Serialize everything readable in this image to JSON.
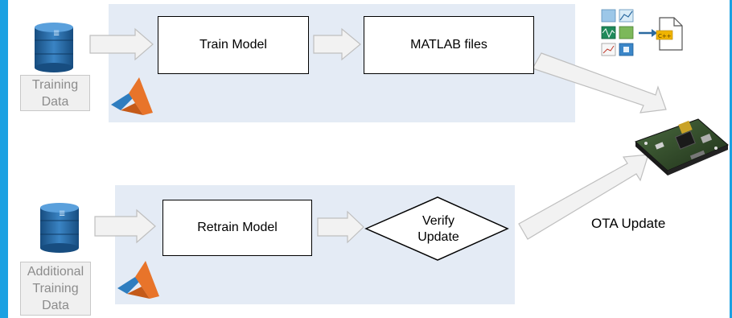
{
  "nodes": {
    "train_model": "Train Model",
    "matlab_files": "MATLAB files",
    "retrain_model": "Retrain Model",
    "verify_update": "Verify\nUpdate"
  },
  "data_sources": {
    "training_data": "Training\nData",
    "additional_training_data": "Additional\nTraining\nData"
  },
  "labels": {
    "ota_update": "OTA Update"
  },
  "colors": {
    "accent_bar": "#1ba1e2",
    "panel": "#e4ebf5",
    "arrow_fill": "#f2f2f2",
    "arrow_stroke": "#bfbfbf",
    "database": "#1f5f99"
  },
  "icons": [
    "database-icon",
    "matlab-logo-icon",
    "code-generation-icon",
    "c-file-icon",
    "embedded-board-icon"
  ]
}
